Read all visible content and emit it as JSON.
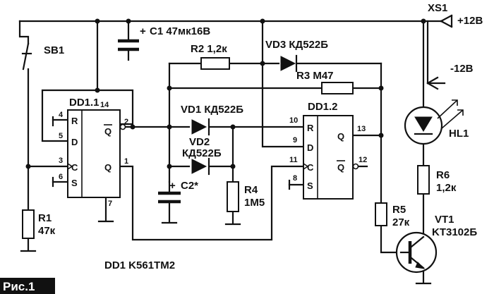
{
  "figure": {
    "caption": "Рис.1",
    "note": "DD1 K561TM2"
  },
  "connector": {
    "name": "XS1",
    "plus": "+12В",
    "minus": "-12В"
  },
  "components": {
    "sb1": "SB1",
    "c1": "C1 47мк16В",
    "r2": "R2 1,2к",
    "vd3": "VD3 КД522Б",
    "r3": "R3 M47",
    "vd1": "VD1 КД522Б",
    "vd2_name": "VD2",
    "vd2_type": "КД522Б",
    "c2": "C2*",
    "r4_name": "R4",
    "r4_value": "1M5",
    "r1_name": "R1",
    "r1_value": "47к",
    "r5_name": "R5",
    "r5_value": "27к",
    "r6_name": "R6",
    "r6_value": "1,2к",
    "vt1_name": "VT1",
    "vt1_type": "KT3102Б",
    "hl1": "HL1"
  },
  "dd1_1": {
    "title": "DD1.1",
    "pins": {
      "r": "R",
      "d": "D",
      "c": "C",
      "s": "S",
      "q": "Q",
      "qbar": "Q"
    },
    "pin_numbers": {
      "vdd": "14",
      "r": "4",
      "d": "5",
      "c": "3",
      "s": "6",
      "qbar": "2",
      "q": "1",
      "gnd": "7"
    }
  },
  "dd1_2": {
    "title": "DD1.2",
    "pins": {
      "r": "R",
      "d": "D",
      "c": "C",
      "s": "S",
      "q": "Q",
      "qbar": "Q"
    },
    "pin_numbers": {
      "r": "10",
      "d": "9",
      "c": "11",
      "s": "8",
      "q": "13",
      "qbar": "12"
    }
  },
  "plus_signs": {
    "c1": "+",
    "c2": "+"
  }
}
